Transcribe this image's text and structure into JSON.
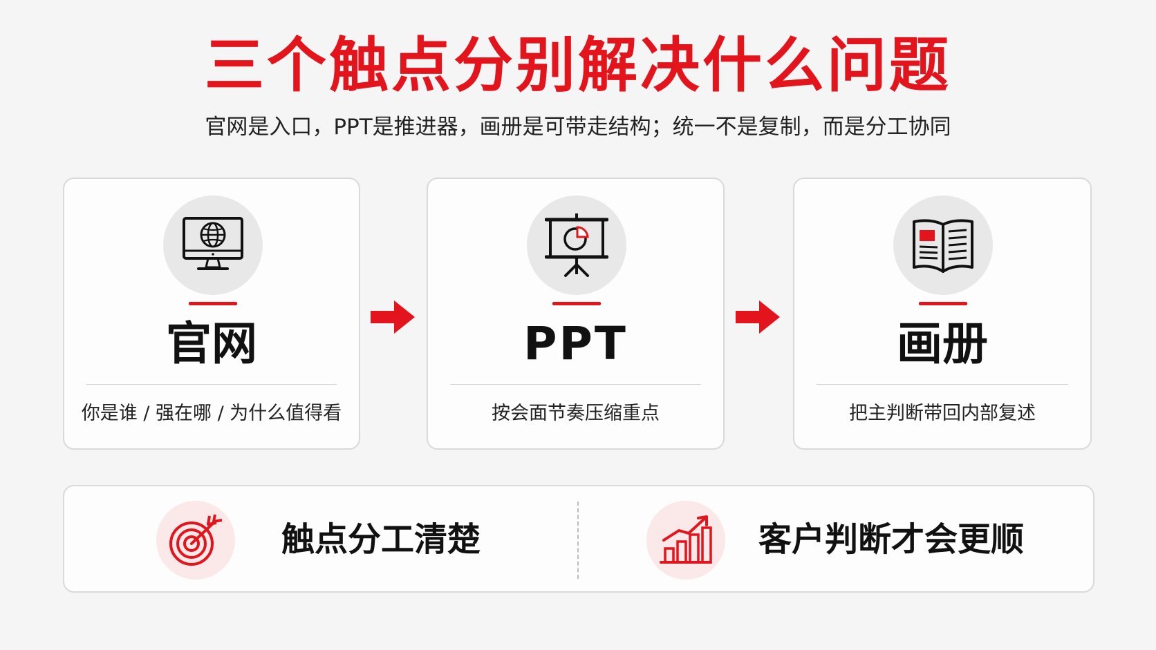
{
  "header": {
    "title": "三个触点分别解决什么问题",
    "subtitle": "官网是入口，PPT是推进器，画册是可带走结构；统一不是复制，而是分工协同"
  },
  "cards": [
    {
      "name": "官网",
      "desc": "你是谁 / 强在哪 / 为什么值得看",
      "icon": "monitor-globe-icon"
    },
    {
      "name": "PPT",
      "desc": "按会面节奏压缩重点",
      "icon": "presentation-board-icon"
    },
    {
      "name": "画册",
      "desc": "把主判断带回内部复述",
      "icon": "open-brochure-icon"
    }
  ],
  "bottom": {
    "left_text": "触点分工清楚",
    "left_icon": "target-arrow-icon",
    "right_text": "客户判断才会更顺",
    "right_icon": "rising-bars-icon"
  },
  "colors": {
    "accent": "#e3141b",
    "text": "#111111",
    "background": "#f5f5f5"
  }
}
